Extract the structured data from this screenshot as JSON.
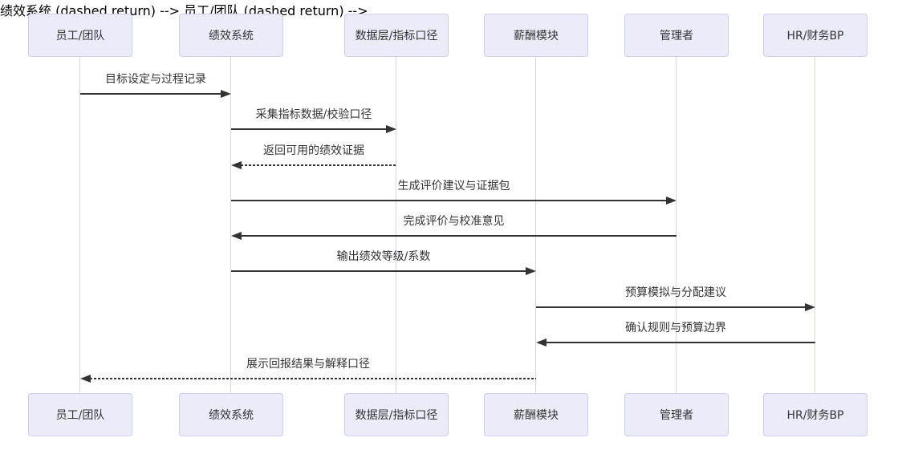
{
  "diagram": {
    "type": "sequence-diagram",
    "background": "#ffffff",
    "colors": {
      "actor_fill": "#EBEBFA",
      "actor_border": "#CDCDF0",
      "lifeline": "#D5D5EC",
      "arrow": "#333333",
      "text": "#333333"
    },
    "actors": [
      {
        "id": "employee-team",
        "label": "员工/团队"
      },
      {
        "id": "performance-system",
        "label": "绩效系统"
      },
      {
        "id": "data-layer-metrics",
        "label": "数据层/指标口径"
      },
      {
        "id": "compensation-module",
        "label": "薪酬模块"
      },
      {
        "id": "manager",
        "label": "管理者"
      },
      {
        "id": "hr-finance-bp",
        "label": "HR/财务BP"
      }
    ],
    "messages": [
      {
        "label": "目标设定与过程记录",
        "from": "员工/团队",
        "to": "绩效系统",
        "line": "solid",
        "direction": "right"
      },
      {
        "label": "采集指标数据/校验口径",
        "from": "绩效系统",
        "to": "数据层/指标口径",
        "line": "solid",
        "direction": "right"
      },
      {
        "label": "返回可用的绩效证据",
        "from": "数据层/指标口径",
        "to": "绩效系统",
        "line": "dashed",
        "direction": "left"
      },
      {
        "label": "生成评价建议与证据包",
        "from": "绩效系统",
        "to": "管理者",
        "line": "solid",
        "direction": "right"
      },
      {
        "label": "完成评价与校准意见",
        "from": "管理者",
        "to": "绩效系统",
        "line": "solid",
        "direction": "left"
      },
      {
        "label": "输出绩效等级/系数",
        "from": "绩效系统",
        "to": "薪酬模块",
        "line": "solid",
        "direction": "right"
      },
      {
        "label": "预算模拟与分配建议",
        "from": "薪酬模块",
        "to": "HR/财务BP",
        "line": "solid",
        "direction": "right"
      },
      {
        "label": "确认规则与预算边界",
        "from": "HR/财务BP",
        "to": "薪酬模块",
        "line": "solid",
        "direction": "left"
      },
      {
        "label": "展示回报结果与解释口径",
        "from": "薪酬模块",
        "to": "员工/团队",
        "line": "dashed",
        "direction": "left"
      }
    ]
  }
}
